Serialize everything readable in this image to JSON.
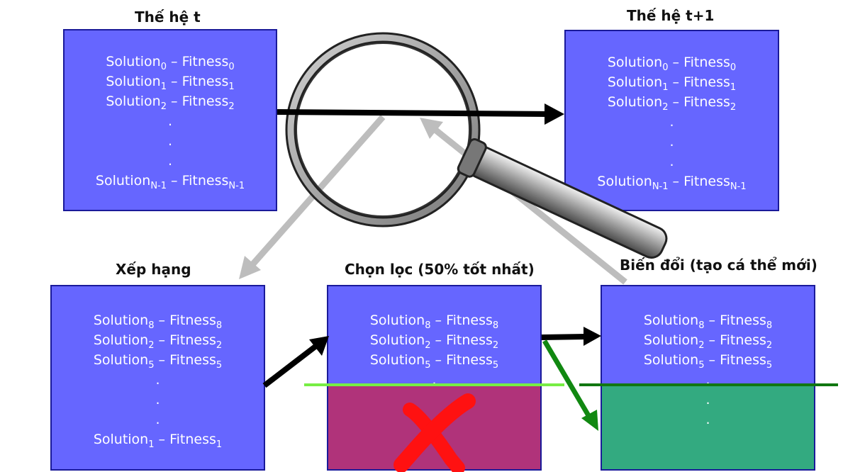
{
  "titles": {
    "gen_t": "Thế hệ t",
    "gen_t1": "Thế hệ t+1",
    "ranking": "Xếp hạng",
    "selection": "Chọn lọc (50% tốt nhất)",
    "mutation": "Biến đổi (tạo cá thể mới)"
  },
  "gen_t": {
    "rows": [
      {
        "sol": "Solution",
        "sol_sub": "0",
        "sep": " – ",
        "fit": "Fitness",
        "fit_sub": "0"
      },
      {
        "sol": "Solution",
        "sol_sub": "1",
        "sep": " – ",
        "fit": "Fitness",
        "fit_sub": "1"
      },
      {
        "sol": "Solution",
        "sol_sub": "2",
        "sep": " – ",
        "fit": "Fitness",
        "fit_sub": "2"
      }
    ],
    "dots": [
      ".",
      ".",
      "."
    ],
    "last": {
      "sol": "Solution",
      "sol_sub": "N-1",
      "sep": " – ",
      "fit": "Fitness",
      "fit_sub": "N-1"
    }
  },
  "gen_t1": {
    "rows": [
      {
        "sol": "Solution",
        "sol_sub": "0",
        "sep": " – ",
        "fit": "Fitness",
        "fit_sub": "0"
      },
      {
        "sol": "Solution",
        "sol_sub": "1",
        "sep": " – ",
        "fit": "Fitness",
        "fit_sub": "1"
      },
      {
        "sol": "Solution",
        "sol_sub": "2",
        "sep": " – ",
        "fit": "Fitness",
        "fit_sub": "2"
      }
    ],
    "dots": [
      ".",
      ".",
      "."
    ],
    "last": {
      "sol": "Solution",
      "sol_sub": "N-1",
      "sep": " – ",
      "fit": "Fitness",
      "fit_sub": "N-1"
    }
  },
  "ranking": {
    "rows": [
      {
        "sol": "Solution",
        "sol_sub": "8",
        "sep": " – ",
        "fit": "Fitness",
        "fit_sub": "8"
      },
      {
        "sol": "Solution",
        "sol_sub": "2",
        "sep": " – ",
        "fit": "Fitness",
        "fit_sub": "2"
      },
      {
        "sol": "Solution",
        "sol_sub": "5",
        "sep": " – ",
        "fit": "Fitness",
        "fit_sub": "5"
      }
    ],
    "dots": [
      ".",
      ".",
      "."
    ],
    "last": {
      "sol": "Solution",
      "sol_sub": "1",
      "sep": " – ",
      "fit": "Fitness",
      "fit_sub": "1"
    }
  },
  "selection": {
    "rows": [
      {
        "sol": "Solution",
        "sol_sub": "8",
        "sep": " – ",
        "fit": "Fitness",
        "fit_sub": "8"
      },
      {
        "sol": "Solution",
        "sol_sub": "2",
        "sep": " – ",
        "fit": "Fitness",
        "fit_sub": "2"
      },
      {
        "sol": "Solution",
        "sol_sub": "5",
        "sep": " – ",
        "fit": "Fitness",
        "fit_sub": "5"
      }
    ],
    "dots": [
      "."
    ]
  },
  "mutation": {
    "rows": [
      {
        "sol": "Solution",
        "sol_sub": "8",
        "sep": " – ",
        "fit": "Fitness",
        "fit_sub": "8"
      },
      {
        "sol": "Solution",
        "sol_sub": "2",
        "sep": " – ",
        "fit": "Fitness",
        "fit_sub": "2"
      },
      {
        "sol": "Solution",
        "sol_sub": "5",
        "sep": " – ",
        "fit": "Fitness",
        "fit_sub": "5"
      }
    ],
    "dots": [
      ".",
      ".",
      "."
    ]
  },
  "colors": {
    "box_fill": "#6666ff",
    "box_border": "#1a1a9a",
    "rejected_fill": "#b0337a",
    "new_fill": "#33aa80",
    "arrow_black": "#000000",
    "arrow_gray": "#bdbdbd",
    "arrow_green": "#118811",
    "cut_line_left": "#77ee44",
    "cut_line_right": "#117711",
    "reject_mark": "#ff1111"
  },
  "icons": [
    "magnifier-icon",
    "reject-x-icon"
  ]
}
